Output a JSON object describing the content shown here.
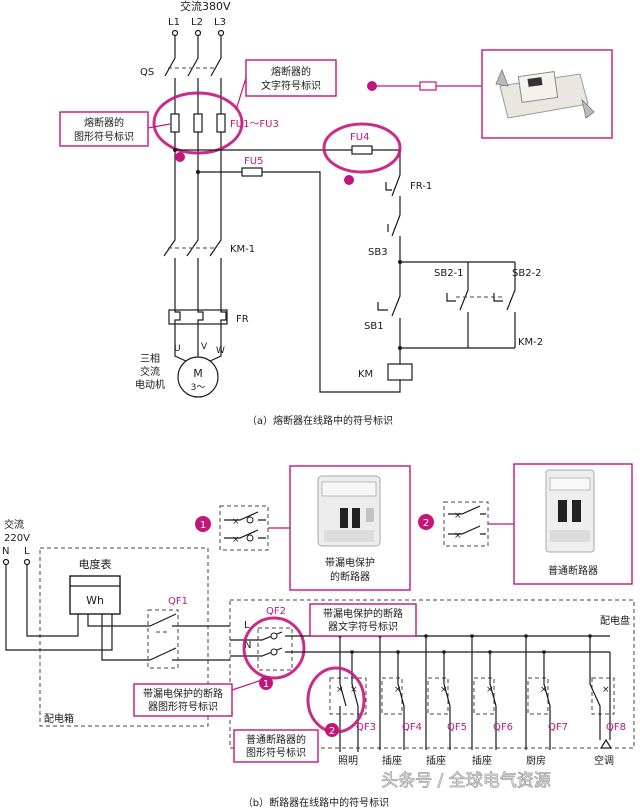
{
  "colors": {
    "accent": "#c3167b",
    "line": "#1a1a1a"
  },
  "a": {
    "supply": "交流380V",
    "phases": [
      "L1",
      "L2",
      "L3"
    ],
    "qs": "QS",
    "fu_group": "FU1～FU3",
    "fu4": "FU4",
    "fu5": "FU5",
    "fr1": "FR-1",
    "sb3": "SB3",
    "sb2_1": "SB2-1",
    "sb2_2": "SB2-2",
    "sb1": "SB1",
    "km": "KM",
    "km1": "KM-1",
    "km2": "KM-2",
    "fr": "FR",
    "uvw": [
      "U",
      "V",
      "W"
    ],
    "motor": "M",
    "motor_sub": "3～",
    "motor_label": [
      "三相",
      "交流",
      "电动机"
    ],
    "callout_text_symbol": [
      "熔断器的",
      "文字符号标识"
    ],
    "callout_graphic_symbol": [
      "熔断器的",
      "图形符号标识"
    ],
    "caption": "（a）熔断器在线路中的符号标识"
  },
  "b": {
    "supply": [
      "交流",
      "220V"
    ],
    "n_label": "N",
    "l_label": "L",
    "meter_title": "电度表",
    "meter": "Wh",
    "box_meter": "配电箱",
    "box_panel": "配电盘",
    "qf1": "QF1",
    "qf2": "QF2",
    "bus_l": "L",
    "bus_n": "N",
    "branch_qf": [
      "QF3",
      "QF4",
      "QF5",
      "QF6",
      "QF7",
      "QF8"
    ],
    "branch_names": [
      "照明",
      "插座",
      "插座",
      "插座",
      "厨房",
      "空调"
    ],
    "badge1": "1",
    "badge2": "2",
    "photo1_label": [
      "带漏电保护",
      "的断路器"
    ],
    "photo2_label": "普通断路器",
    "callout_qf_text": [
      "带漏电保护的断路",
      "器文字符号标识"
    ],
    "callout_qf_graphic": [
      "带漏电保护的断路",
      "器图形符号标识"
    ],
    "callout_normal": [
      "普通断路器的",
      "图形符号标识"
    ],
    "caption": "（b）断路器在线路中的符号标识",
    "watermark": "头条号 / 全球电气资源"
  }
}
